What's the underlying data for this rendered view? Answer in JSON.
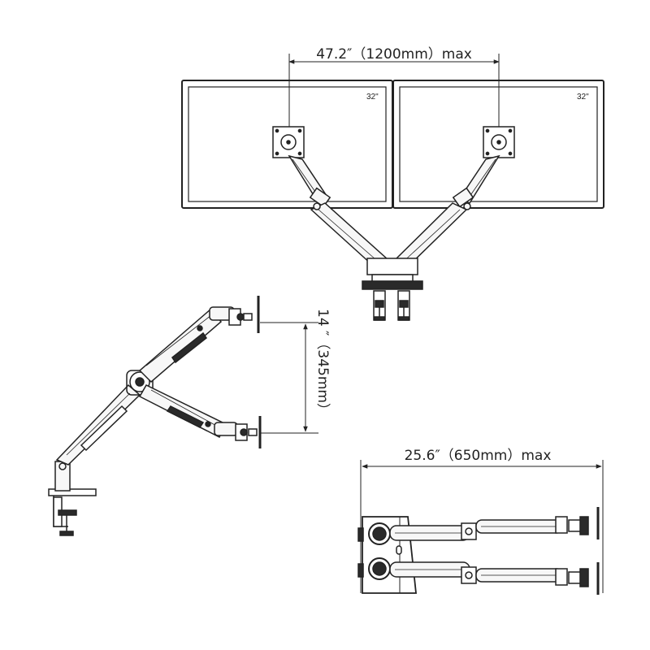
{
  "dimensions": {
    "spacing_label": "47.2″（1200mm）max",
    "height_label": "14 ″（345mm）",
    "reach_label": "25.6″（650mm）max"
  },
  "monitors": [
    {
      "size_label": "32\""
    },
    {
      "size_label": "32\""
    }
  ],
  "colors": {
    "line": "#222222",
    "arm_fill": "#f4f4f4",
    "dark_part": "#2a2a2a"
  }
}
